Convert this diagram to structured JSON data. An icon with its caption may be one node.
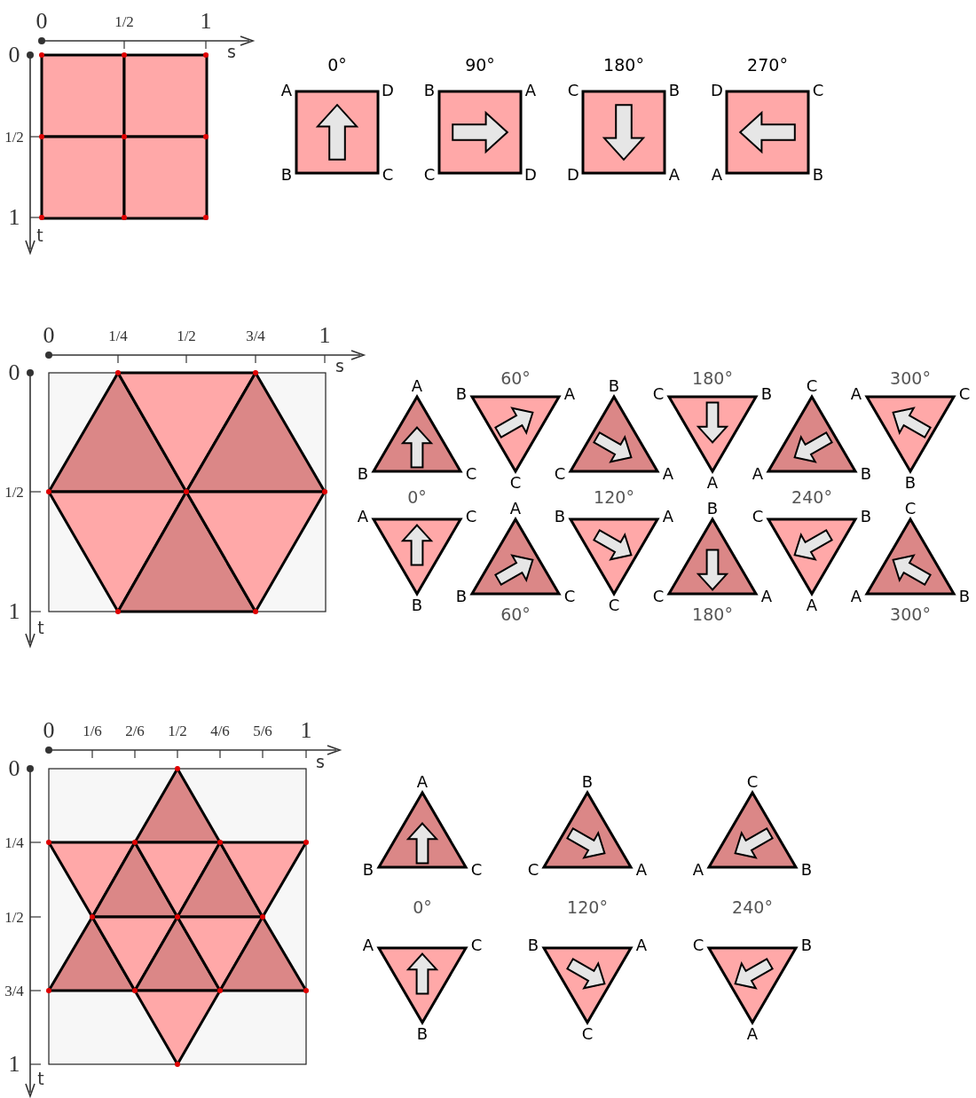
{
  "diagram": {
    "labels": [
      "0",
      "1/2",
      "1",
      "s",
      "0",
      "1/2",
      "1",
      "t",
      "0°",
      "A",
      "D",
      "B",
      "C",
      "90°",
      "B",
      "A",
      "C",
      "D",
      "180°",
      "C",
      "B",
      "D",
      "A",
      "270°",
      "D",
      "C",
      "A",
      "B",
      "0",
      "1/4",
      "1/2",
      "3/4",
      "1",
      "s",
      "0",
      "1/2",
      "1",
      "t",
      "A",
      "B",
      "C",
      "60°",
      "B",
      "A",
      "C",
      "B",
      "C",
      "A",
      "180°",
      "C",
      "B",
      "A",
      "C",
      "A",
      "B",
      "300°",
      "A",
      "C",
      "B",
      "0°",
      "A",
      "C",
      "B",
      "A",
      "B",
      "C",
      "60°",
      "120°",
      "B",
      "A",
      "C",
      "B",
      "C",
      "A",
      "180°",
      "240°",
      "C",
      "B",
      "A",
      "C",
      "A",
      "B",
      "300°",
      "0",
      "1/6",
      "2/6",
      "1/2",
      "4/6",
      "5/6",
      "1",
      "s",
      "0",
      "1/4",
      "1/2",
      "3/4",
      "1",
      "t",
      "A",
      "B",
      "C",
      "B",
      "C",
      "A",
      "C",
      "A",
      "B",
      "0°",
      "A",
      "C",
      "B",
      "120°",
      "B",
      "A",
      "C",
      "240°",
      "C",
      "B",
      "A"
    ]
  }
}
